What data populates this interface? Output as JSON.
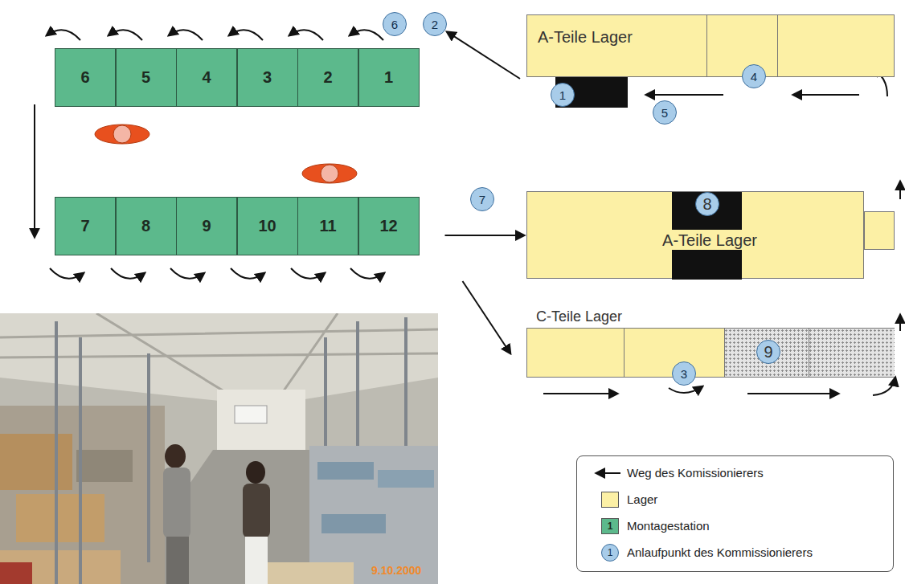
{
  "diagram": {
    "nodes": [
      {
        "text": [
          "6"
        ]
      },
      {
        "text": [
          "2"
        ]
      },
      {
        "text": [
          "A-Teile Lager"
        ]
      },
      {
        "text": [
          "1"
        ]
      },
      {
        "text": [
          "4"
        ]
      },
      {
        "text": [
          "5"
        ]
      },
      {
        "text": [
          "6"
        ]
      },
      {
        "text": [
          "5"
        ]
      },
      {
        "text": [
          "4"
        ]
      },
      {
        "text": [
          "3"
        ]
      },
      {
        "text": [
          "2"
        ]
      },
      {
        "text": [
          "1"
        ]
      },
      {
        "text": [
          "7"
        ]
      },
      {
        "text": [
          "7"
        ]
      },
      {
        "text": [
          "8"
        ]
      },
      {
        "text": [
          "9"
        ]
      },
      {
        "text": [
          "10"
        ]
      },
      {
        "text": [
          "11"
        ]
      },
      {
        "text": [
          "12"
        ]
      },
      {
        "text": [
          "A-Teile Lager"
        ]
      },
      {
        "text": [
          "8"
        ],
        "in": 19
      },
      {
        "text": [
          "C-Teile Lager"
        ]
      },
      {
        "text": [
          "9"
        ],
        "in": 21
      },
      {
        "text": [
          "3"
        ]
      }
    ],
    "edges": [
      {
        "from": 2,
        "to": 1,
        "arrow": "to"
      },
      {
        "from": 6,
        "to": 13,
        "arrow": "to"
      },
      {
        "from": 18,
        "to": 19,
        "arrow": "to"
      },
      {
        "from": 18,
        "to": 21,
        "arrow": "to"
      }
    ],
    "labels": [
      "1",
      "1",
      "9.10.2000"
    ],
    "legend": [
      {
        "text": "Weg des Komissionierers"
      },
      {
        "text": "Lager",
        "color": "#fcf0a5"
      },
      {
        "text": "Montagestation",
        "color": "#5cb98c"
      },
      {
        "text": "Anlaufpunkt des Kommissionierers"
      }
    ]
  }
}
